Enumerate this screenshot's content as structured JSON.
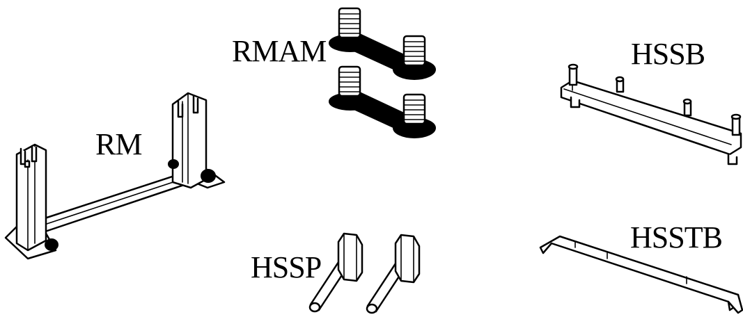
{
  "labels": {
    "rm": "RM",
    "rmam": "RMAM",
    "hssb": "HSSB",
    "hssp": "HSSP",
    "hsstb": "HSSTB"
  },
  "colors": {
    "line": "#000000",
    "background": "#ffffff"
  }
}
